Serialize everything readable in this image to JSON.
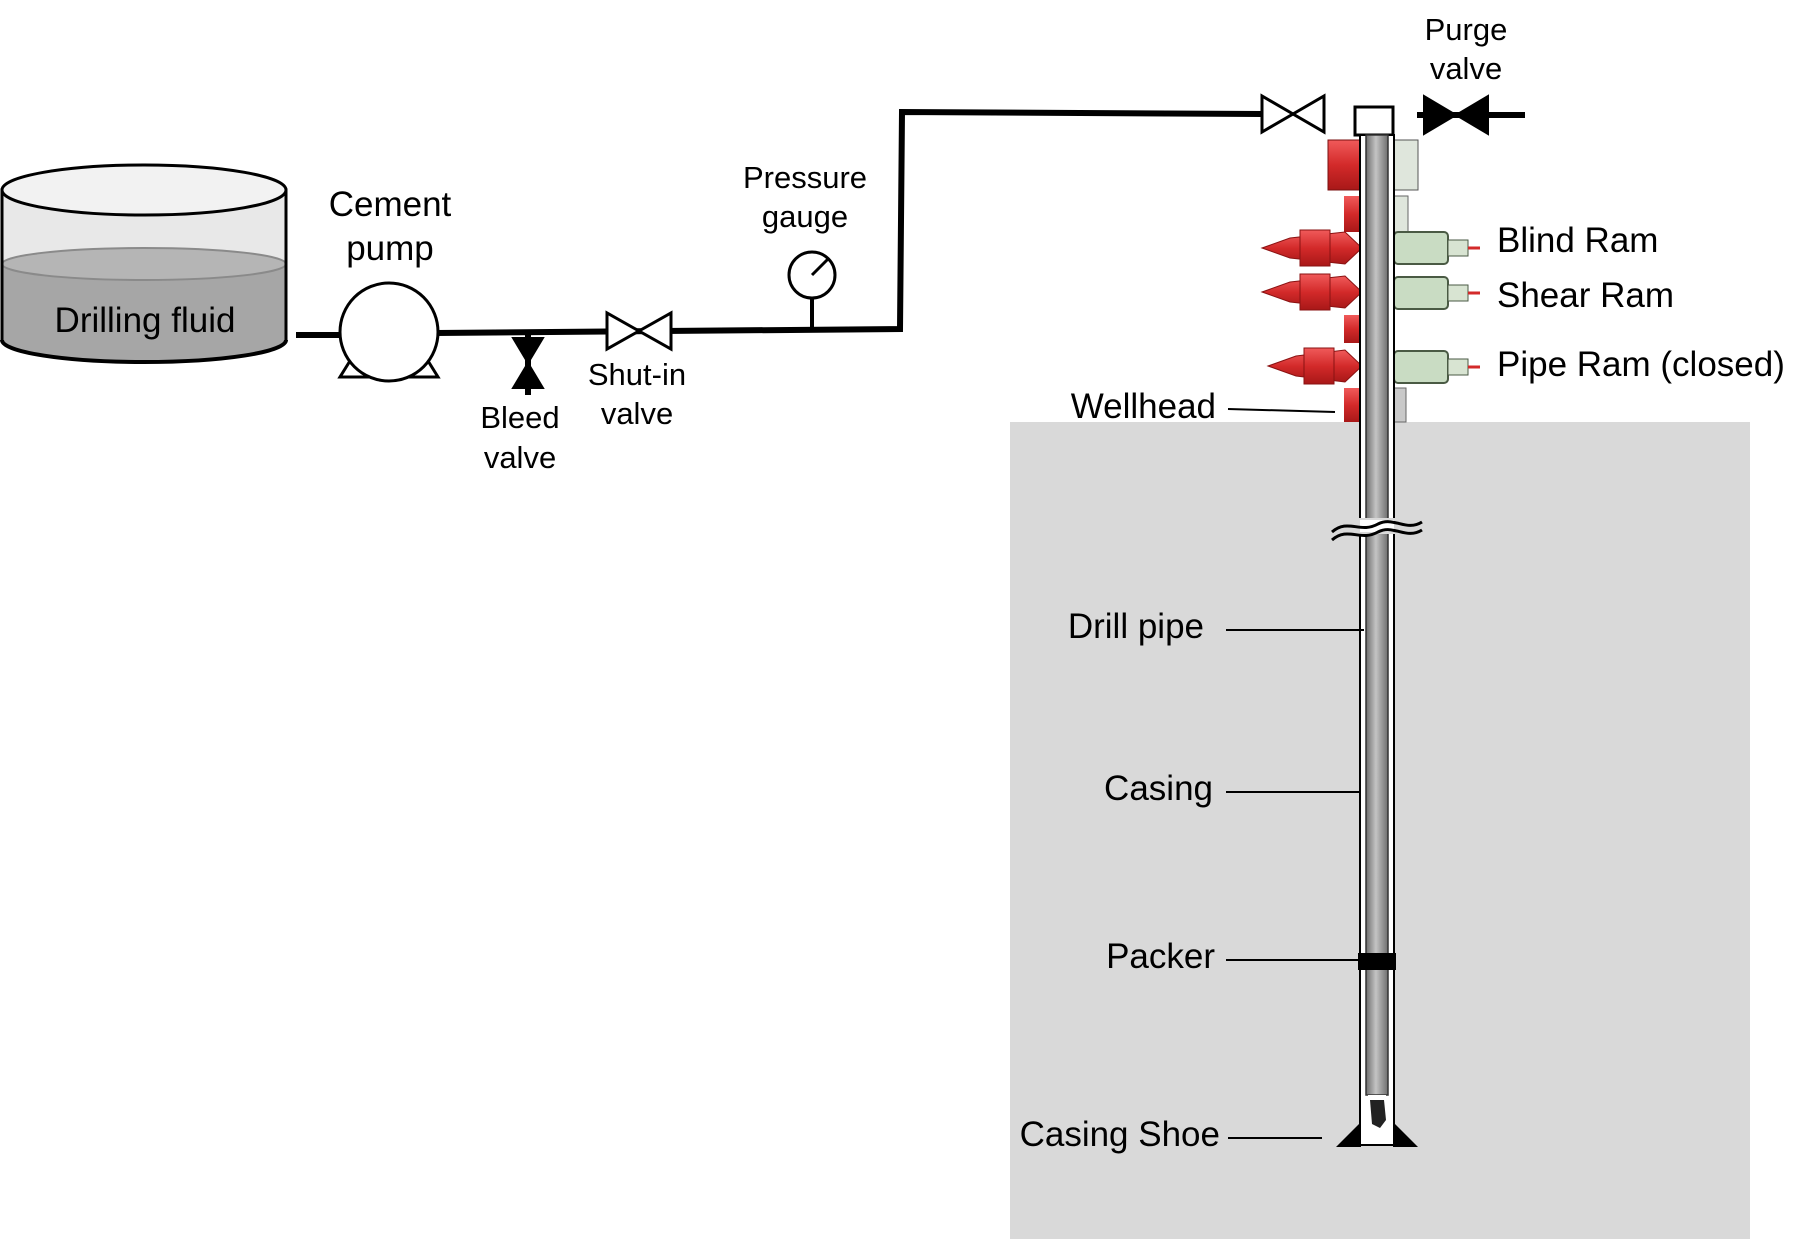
{
  "labels": {
    "drilling_fluid": "Drilling fluid",
    "cement_pump_line1": "Cement",
    "cement_pump_line2": "pump",
    "bleed_valve_line1": "Bleed",
    "bleed_valve_line2": "valve",
    "shutin_valve_line1": "Shut-in",
    "shutin_valve_line2": "valve",
    "pressure_gauge_line1": "Pressure",
    "pressure_gauge_line2": "gauge",
    "purge_valve_line1": "Purge",
    "purge_valve_line2": "valve",
    "blind_ram": "Blind Ram",
    "shear_ram": "Shear Ram",
    "pipe_ram": "Pipe Ram (closed)",
    "wellhead": "Wellhead",
    "drill_pipe": "Drill pipe",
    "casing": "Casing",
    "packer": "Packer",
    "casing_shoe": "Casing Shoe"
  },
  "colors": {
    "ground": "#d9d9d9",
    "fluid": "#a6a6a6",
    "tank_empty": "#e8e8e8",
    "bop_red": "#d32a2a",
    "bop_actuator": "#c9dcc3",
    "pipe_gray": "#9a9a9a",
    "line": "#000000"
  }
}
